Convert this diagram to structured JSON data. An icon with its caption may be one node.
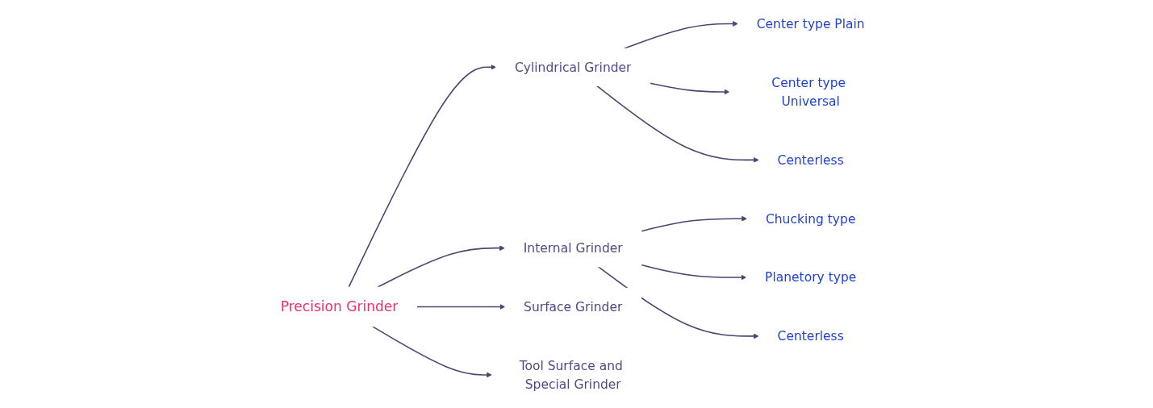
{
  "diagram": {
    "nodes": [
      {
        "text": [
          "Precision Grinder"
        ]
      },
      {
        "text": [
          "Cylindrical Grinder"
        ]
      },
      {
        "text": [
          "Center type Plain"
        ]
      },
      {
        "text": [
          "Center type Universal"
        ]
      },
      {
        "text": [
          "Centerless"
        ]
      },
      {
        "text": [
          "Internal Grinder"
        ]
      },
      {
        "text": [
          "Chucking type"
        ]
      },
      {
        "text": [
          "Planetory type"
        ]
      },
      {
        "text": [
          "Centerless"
        ]
      },
      {
        "text": [
          "Surface Grinder"
        ]
      },
      {
        "text": [
          "Tool Surface and Special Grinder"
        ]
      }
    ],
    "edges": [
      {
        "from": 0,
        "to": 1,
        "arrow": "to"
      },
      {
        "from": 0,
        "to": 5,
        "arrow": "to"
      },
      {
        "from": 0,
        "to": 9,
        "arrow": "to"
      },
      {
        "from": 0,
        "to": 10,
        "arrow": "to"
      },
      {
        "from": 1,
        "to": 2,
        "arrow": "to"
      },
      {
        "from": 1,
        "to": 3,
        "arrow": "to"
      },
      {
        "from": 1,
        "to": 4,
        "arrow": "to"
      },
      {
        "from": 5,
        "to": 6,
        "arrow": "to"
      },
      {
        "from": 5,
        "to": 7,
        "arrow": "to"
      },
      {
        "from": 5,
        "to": 8,
        "arrow": "to"
      }
    ]
  }
}
